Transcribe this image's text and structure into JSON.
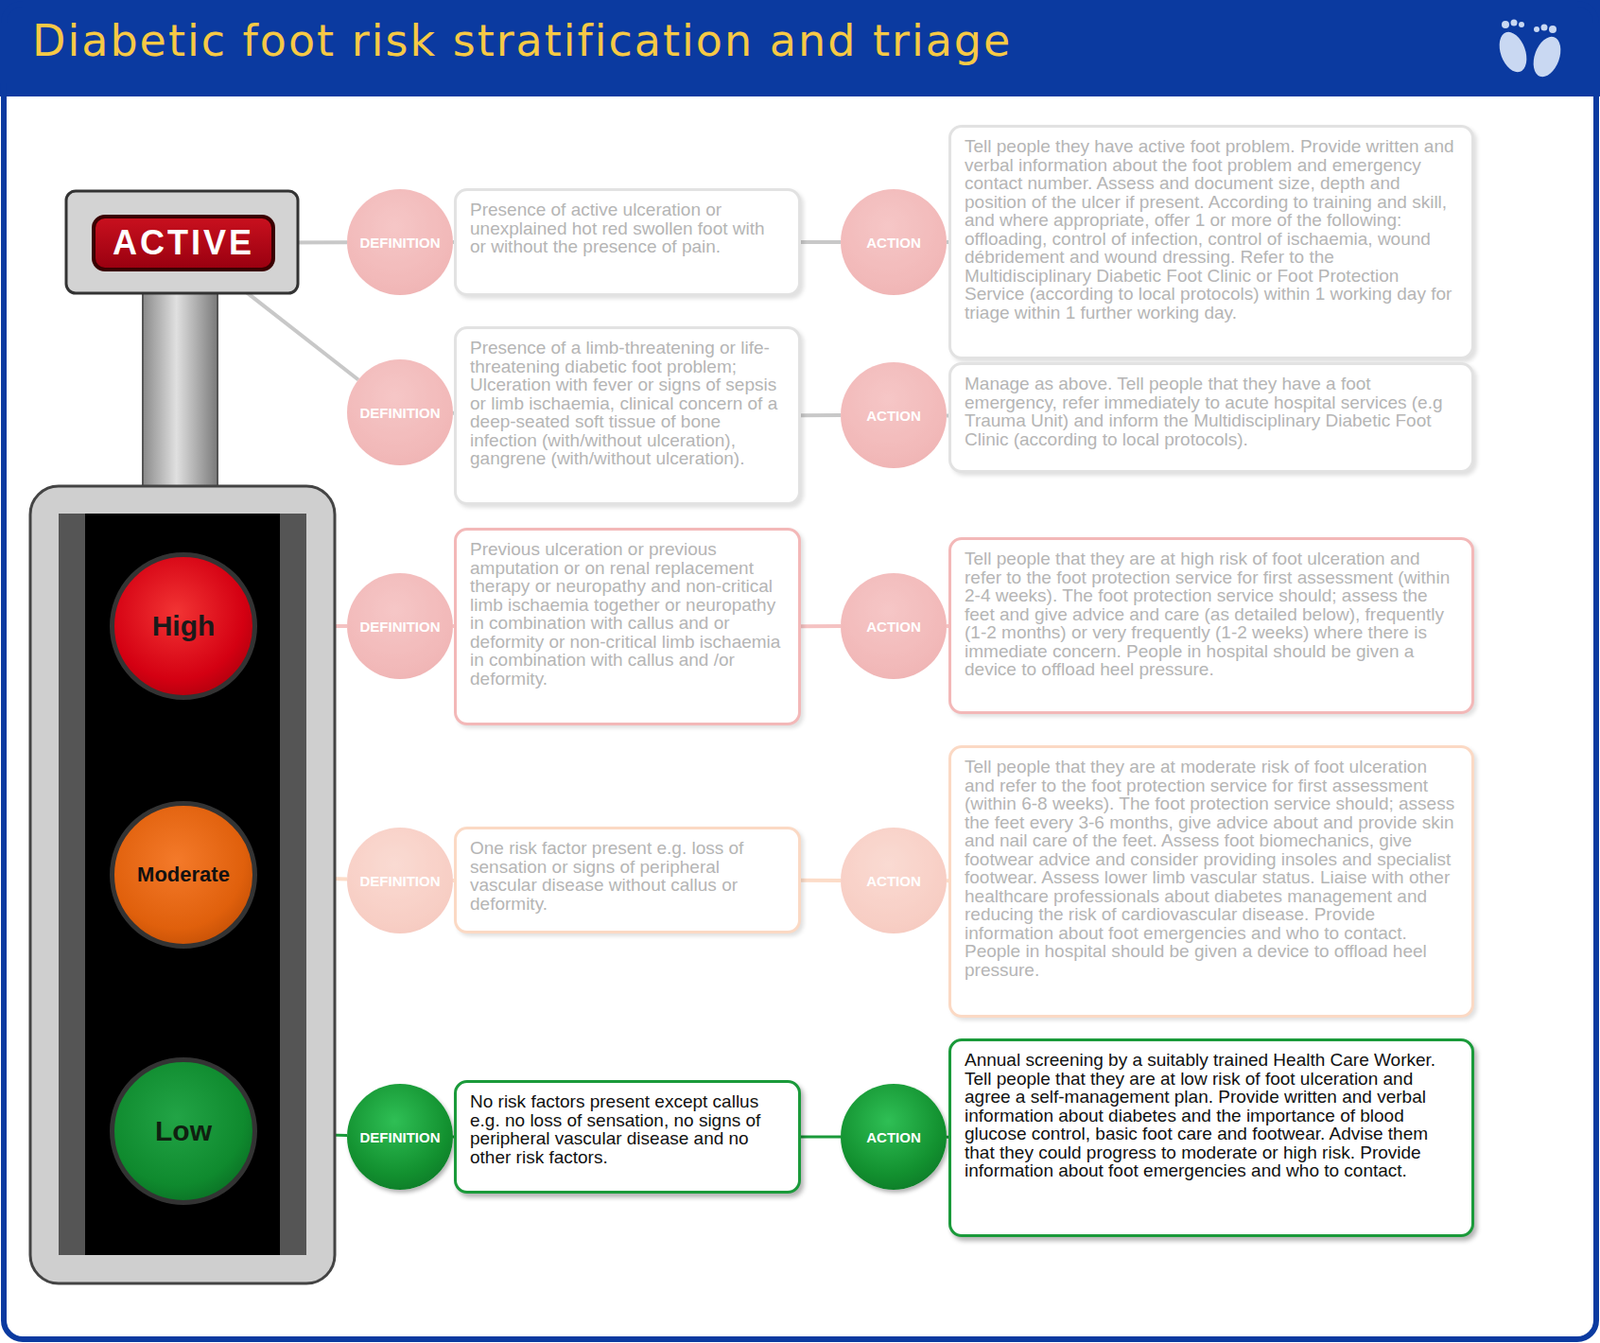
{
  "diagram": {
    "title": "Diabetic foot risk stratification and triage",
    "nodes": [
      {
        "text": [
          "ACTIVE"
        ]
      },
      {
        "text": [
          "DEFINITION"
        ]
      },
      {
        "text": [
          "Presence of active ulceration or unexplained hot red swollen foot with or without the presence of pain."
        ]
      },
      {
        "text": [
          "ACTION"
        ]
      },
      {
        "text": [
          "Tell people they have active foot problem. Provide written and verbal information about the foot problem and emergency contact number. Assess and document size, depth and position of the ulcer if present. According to training and skill, and where appropriate, offer 1 or more of the following: offloading, control of infection, control of ischaemia, wound débridement and wound dressing. Refer to the Multidisciplinary Diabetic Foot Clinic or Foot Protection Service (according to local protocols) within 1 working day for triage within 1 further working day."
        ]
      },
      {
        "text": [
          "DEFINITION"
        ]
      },
      {
        "text": [
          "Presence of a limb-threatening or life-threatening diabetic foot problem; Ulceration with fever or signs of sepsis or limb ischaemia, clinical concern of a deep-seated soft tissue of bone infection (with/without ulceration), gangrene (with/without ulceration)."
        ]
      },
      {
        "text": [
          "ACTION"
        ]
      },
      {
        "text": [
          "Manage as above. Tell people that they have a foot emergency, refer immediately to acute hospital services (e.g Trauma Unit) and inform the Multidisciplinary Diabetic Foot Clinic (according to local protocols)."
        ]
      },
      {
        "text": [
          "High"
        ]
      },
      {
        "text": [
          "DEFINITION"
        ]
      },
      {
        "text": [
          "Previous ulceration or previous amputation or on renal replacement therapy or neuropathy and non-critical limb ischaemia together or neuropathy in combination with callus and or deformity or non-critical limb ischaemia in combination with callus and /or deformity."
        ]
      },
      {
        "text": [
          "ACTION"
        ]
      },
      {
        "text": [
          "Tell people that they are at high risk of foot ulceration and refer to the foot protection service for first assessment (within 2-4 weeks). The foot protection service should; assess the feet and give advice and care (as detailed below), frequently (1-2 months) or very frequently (1-2 weeks) where there is immediate concern. People in hospital should be given a device to offload heel pressure."
        ]
      },
      {
        "text": [
          "Moderate"
        ]
      },
      {
        "text": [
          "DEFINITION"
        ]
      },
      {
        "text": [
          "One risk factor present e.g. loss of sensation or signs of peripheral vascular disease without callus or deformity."
        ]
      },
      {
        "text": [
          "ACTION"
        ]
      },
      {
        "text": [
          "Tell people that they are at moderate risk of foot ulceration and refer to the foot protection service for first assessment (within 6-8 weeks). The foot protection service should; assess the feet every 3-6 months, give advice about and provide skin and nail care of the feet. Assess foot biomechanics, give footwear advice and consider providing insoles and specialist footwear. Assess lower limb vascular status. Liaise with other healthcare professionals about diabetes management and reducing the risk of cardiovascular disease. Provide information about foot emergencies and who to contact. People in hospital should be given a device to offload heel pressure."
        ]
      },
      {
        "text": [
          "Low"
        ]
      },
      {
        "text": [
          "DEFINITION"
        ]
      },
      {
        "text": [
          "No risk factors present except callus e.g. no loss of sensation, no signs of peripheral vascular disease and no other risk factors."
        ]
      },
      {
        "text": [
          "ACTION"
        ]
      },
      {
        "text": [
          "Annual screening by a suitably trained Health Care Worker. Tell people that they are at low risk of foot ulceration and agree a self-management plan. Provide written and verbal information about diabetes and the importance of blood glucose control, basic foot care and footwear. Advise them that they could progress to moderate or high risk. Provide information about foot emergencies and who to contact."
        ]
      }
    ],
    "edges": [
      {
        "from": 0,
        "to": 1,
        "arrow": "none"
      },
      {
        "from": 0,
        "to": 5,
        "arrow": "none"
      },
      {
        "from": 1,
        "to": 2,
        "arrow": "none"
      },
      {
        "from": 2,
        "to": 3,
        "arrow": "none"
      },
      {
        "from": 3,
        "to": 4,
        "arrow": "none"
      },
      {
        "from": 5,
        "to": 6,
        "arrow": "none"
      },
      {
        "from": 6,
        "to": 7,
        "arrow": "none"
      },
      {
        "from": 7,
        "to": 8,
        "arrow": "none"
      },
      {
        "from": 9,
        "to": 10,
        "arrow": "none"
      },
      {
        "from": 10,
        "to": 11,
        "arrow": "none"
      },
      {
        "from": 11,
        "to": 12,
        "arrow": "none"
      },
      {
        "from": 12,
        "to": 13,
        "arrow": "none"
      },
      {
        "from": 14,
        "to": 15,
        "arrow": "none"
      },
      {
        "from": 15,
        "to": 16,
        "arrow": "none"
      },
      {
        "from": 16,
        "to": 17,
        "arrow": "none"
      },
      {
        "from": 17,
        "to": 18,
        "arrow": "none"
      },
      {
        "from": 19,
        "to": 20,
        "arrow": "none"
      },
      {
        "from": 20,
        "to": 21,
        "arrow": "none"
      },
      {
        "from": 21,
        "to": 22,
        "arrow": "none"
      },
      {
        "from": 22,
        "to": 23,
        "arrow": "none"
      }
    ]
  }
}
